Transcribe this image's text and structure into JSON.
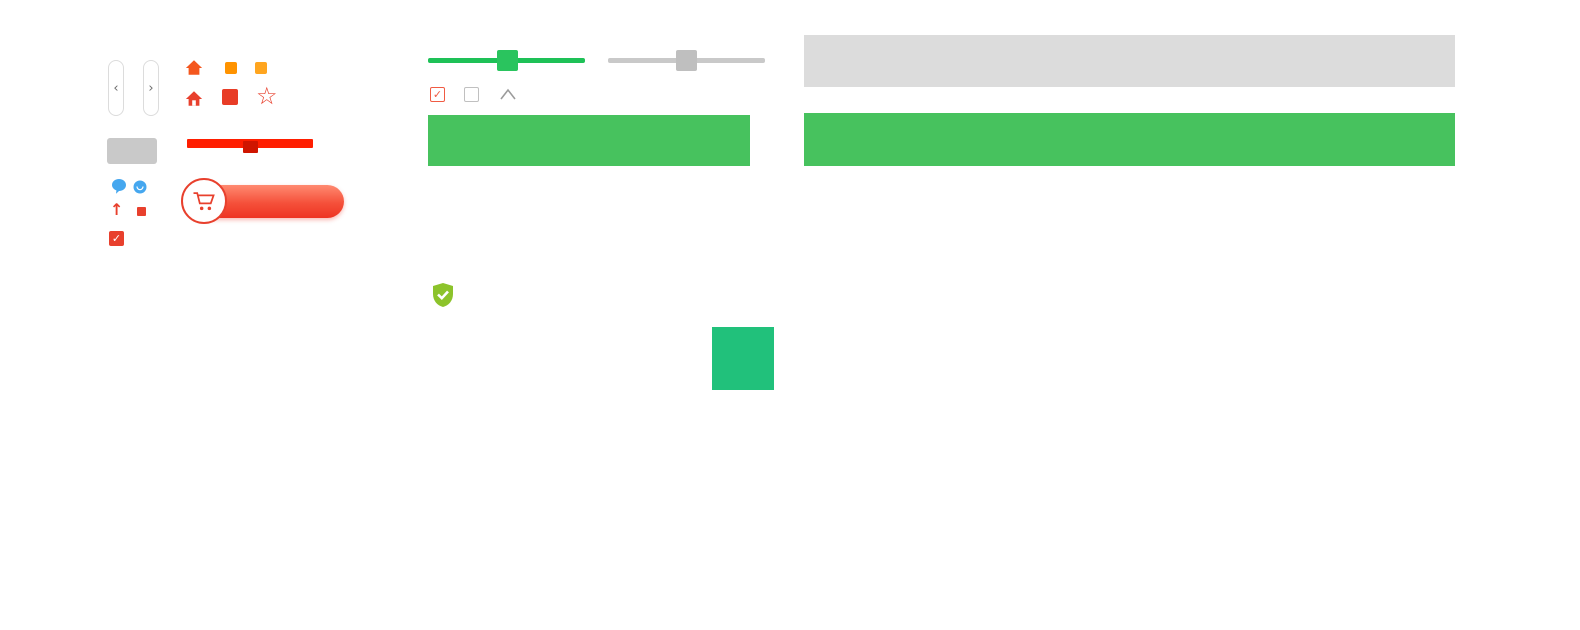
{
  "page": {
    "background": "#ffffff"
  },
  "colors": {
    "red_accent": "#e8402d",
    "bar_red": "#ff1e00",
    "bar_red_dark": "#cf1500",
    "orange": "#ff9300",
    "amber": "#ffa51f",
    "blue": "#45a7ef",
    "cta_green": "#47c25e",
    "slider_green": "#1ec157",
    "tile_green": "#21c17b",
    "shield_green": "#8cc32b",
    "gray_bar": "#dcdcdc",
    "gray_control": "#c9c9c9"
  },
  "glyphs": {
    "chevron_left": "‹",
    "chevron_right": "›",
    "star": "☆",
    "check": "✓",
    "arrow_up": "↑"
  },
  "left_panel": {
    "carousel": {
      "prev_icon": "chevron-left-icon",
      "next_icon": "chevron-right-icon"
    },
    "icon_row_1": {
      "icons": [
        "home-icon",
        "orange-swatch",
        "amber-swatch"
      ]
    },
    "icon_row_2": {
      "icons": [
        "store-icon",
        "red-swatch",
        "star-icon"
      ]
    },
    "red_range": {
      "value_percent": 50,
      "color": "#ff1e00"
    },
    "seller_icons": [
      "chat-bubble-icon",
      "chat-circle-icon",
      "arrow-up-icon",
      "red-square",
      "checked-box-icon"
    ],
    "cart_button": {
      "icon": "cart-icon"
    }
  },
  "center_panel": {
    "sliders": [
      {
        "name": "green-slider",
        "value_percent": 45,
        "track_color": "#1ec157"
      },
      {
        "name": "gray-slider",
        "value_percent": 45,
        "track_color": "#c9c9c9"
      }
    ],
    "checkboxes": [
      {
        "checked": true,
        "color": "#f05b43"
      },
      {
        "checked": false,
        "color": "#c0c0c0"
      }
    ],
    "collapse_icon": "chevron-up-icon",
    "cta_color": "#47c25e",
    "badge_icon": "shield-check-icon",
    "tile_color": "#21c17b"
  },
  "right_panel": {
    "header_bar_color": "#dcdcdc",
    "cta_bar_color": "#47c25e"
  }
}
